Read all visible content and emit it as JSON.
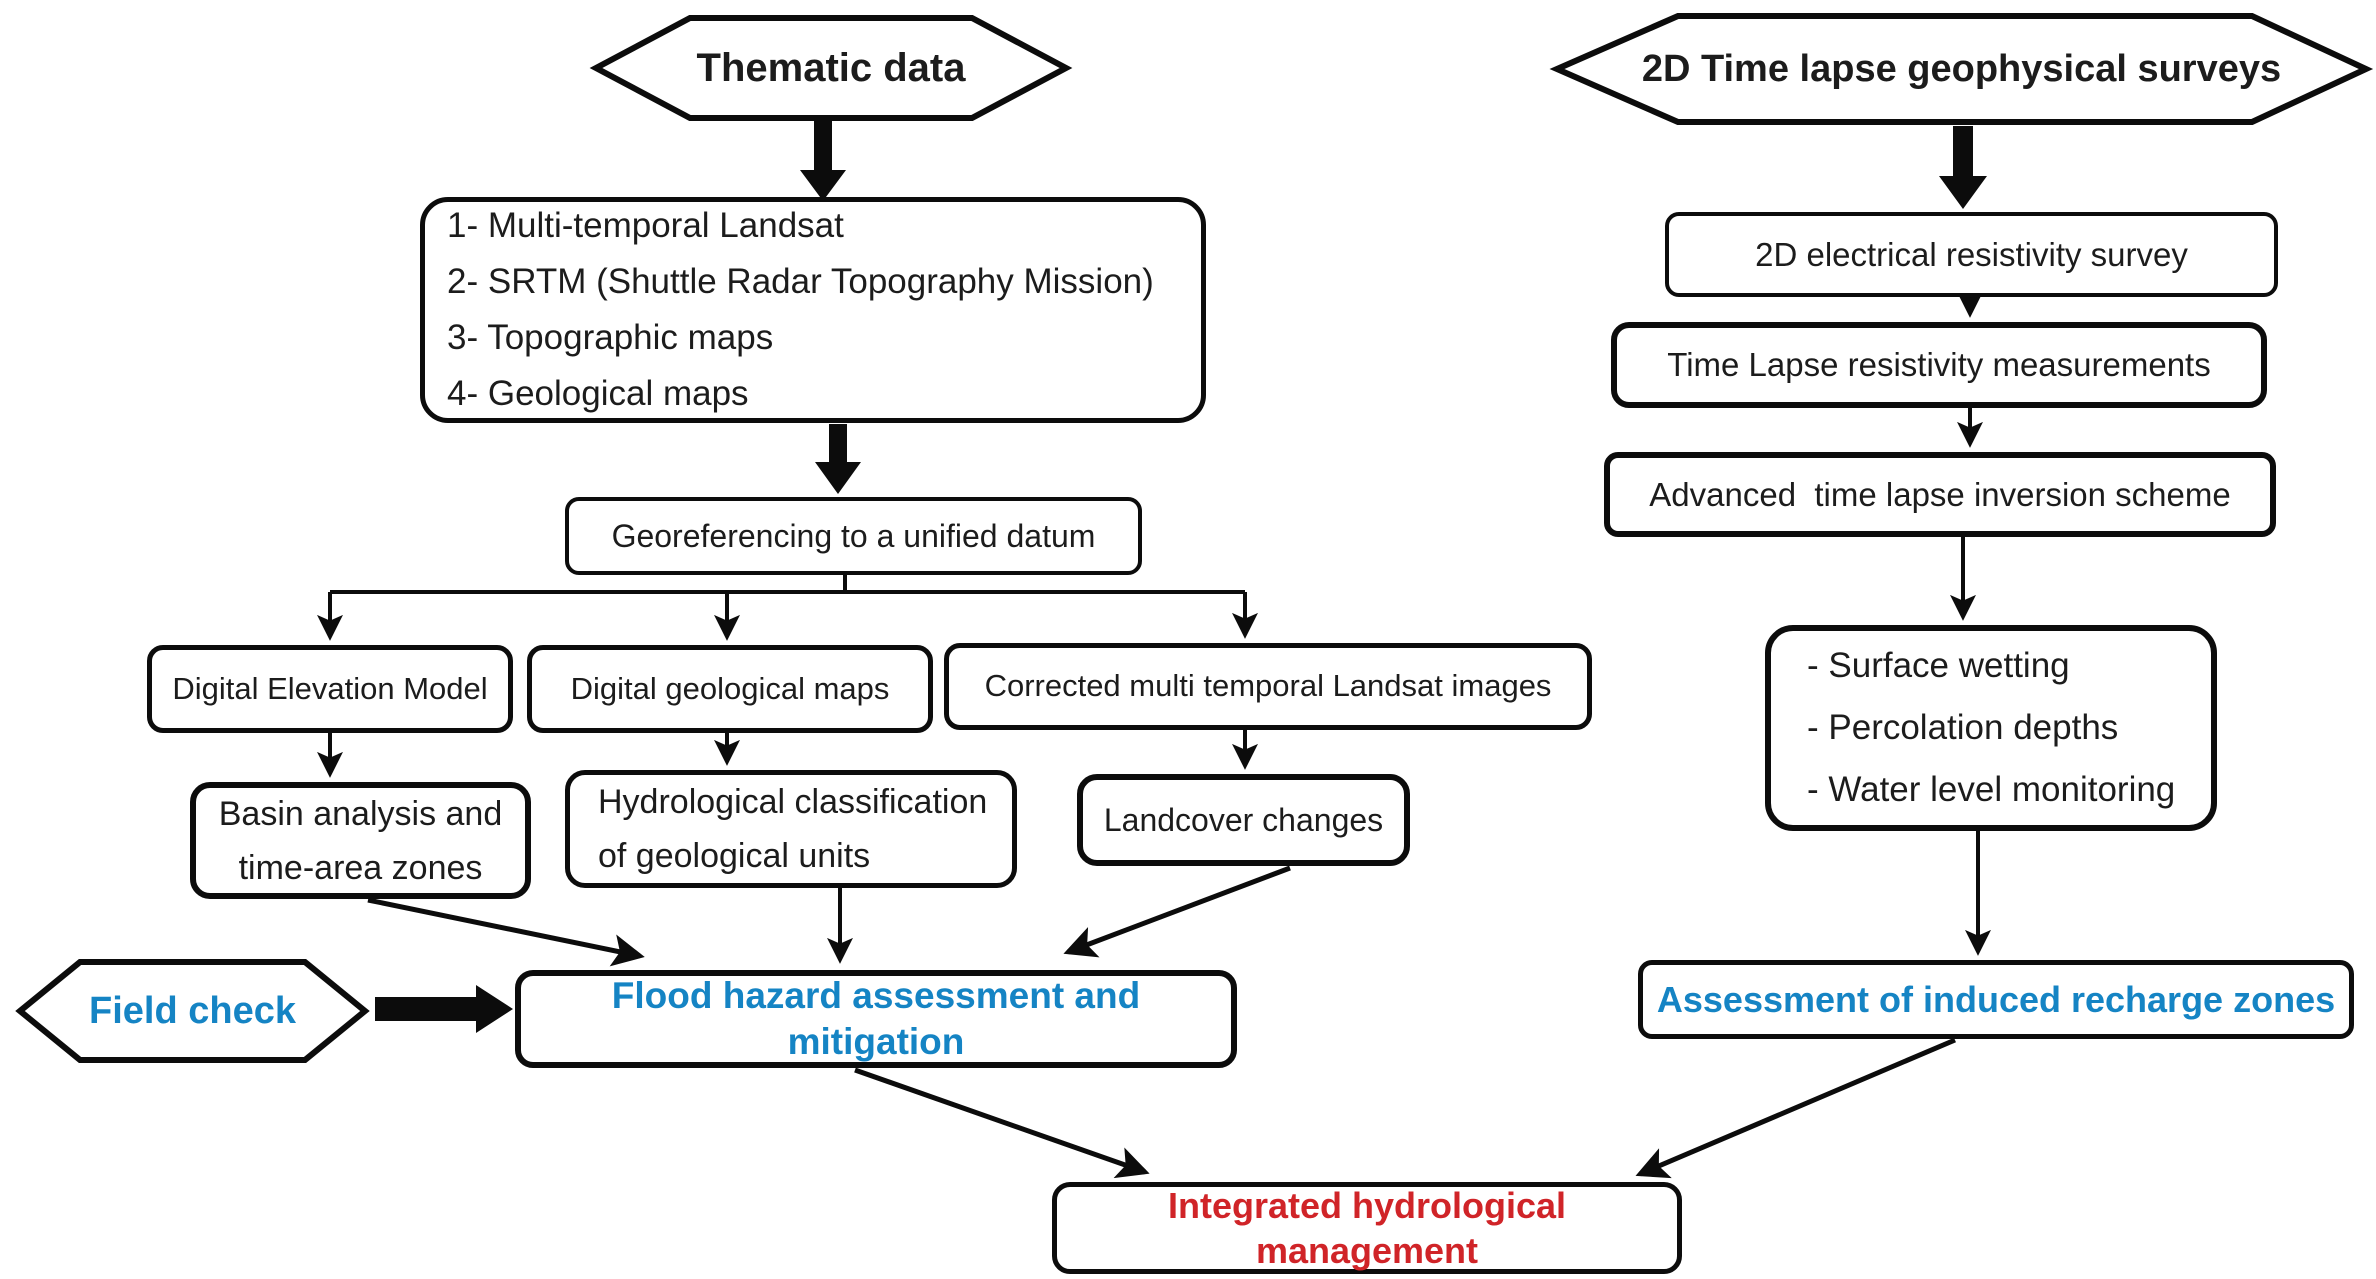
{
  "colors": {
    "blue": "#1584c4",
    "red": "#d02428",
    "line": "#0c0c0c"
  },
  "left_branch": {
    "source_label": "Thematic data",
    "inputs": [
      "1- Multi-temporal Landsat",
      "2- SRTM (Shuttle Radar Topography Mission)",
      "3- Topographic maps",
      "4- Geological maps"
    ],
    "georeferencing_label": "Georeferencing to a unified datum",
    "products": [
      "Digital Elevation Model",
      "Digital geological maps",
      "Corrected multi temporal Landsat images"
    ],
    "basin_lines": [
      "Basin analysis and",
      "time-area zones"
    ],
    "hydro_lines": [
      "Hydrological classification",
      "of geological units"
    ],
    "landcover_label": "Landcover changes",
    "field_check_label": "Field check",
    "outcome_label": "Flood hazard assessment and mitigation"
  },
  "right_branch": {
    "source_label": "2D Time lapse geophysical surveys",
    "step1_label": "2D electrical resistivity survey",
    "step2_label": "Time Lapse resistivity measurements",
    "step3_label": "Advanced  time lapse inversion scheme",
    "observations": [
      "- Surface wetting",
      "- Percolation depths",
      "- Water level monitoring"
    ],
    "outcome_label": "Assessment of induced recharge zones"
  },
  "final_label": "Integrated hydrological management"
}
